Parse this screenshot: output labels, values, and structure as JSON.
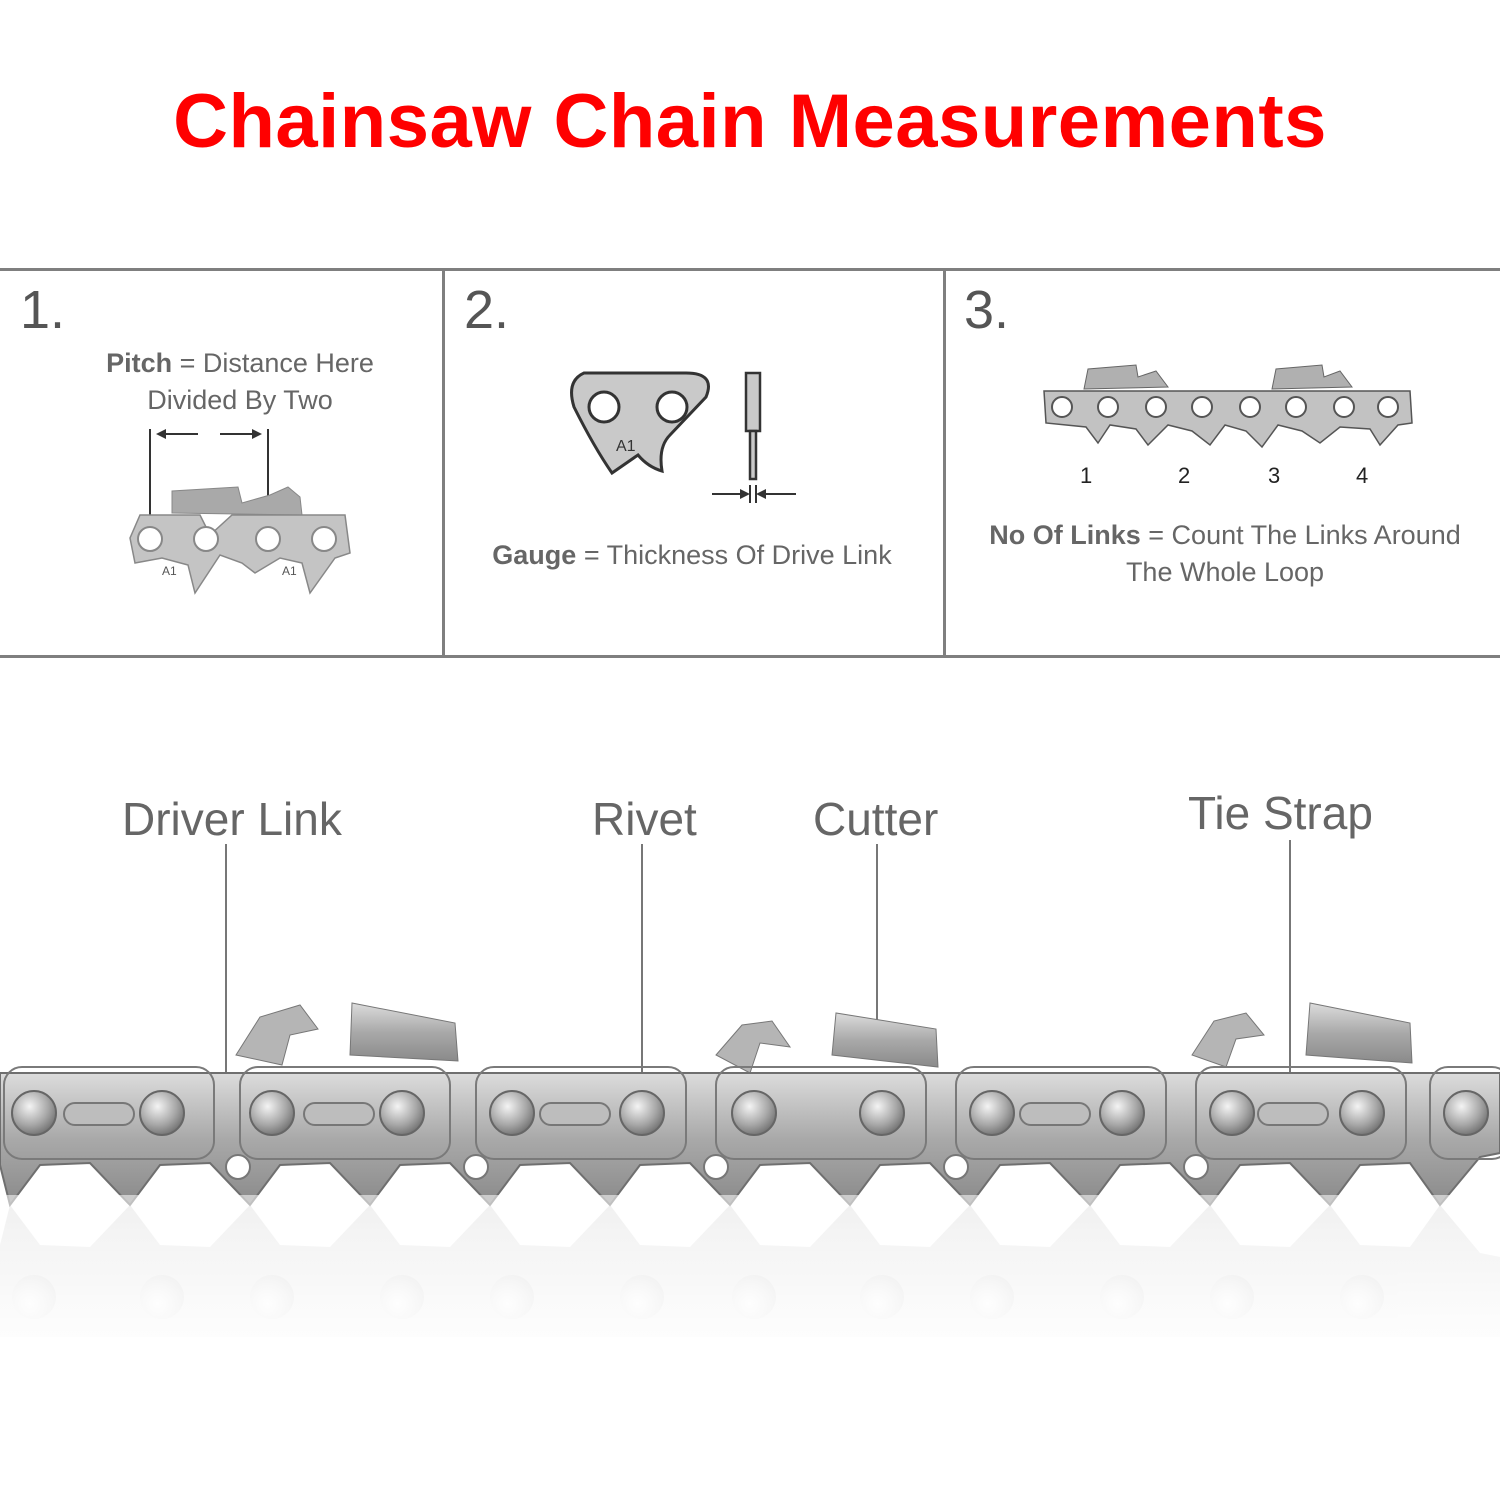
{
  "title": {
    "text": "Chainsaw Chain Measurements",
    "color": "#ff0000"
  },
  "panels": [
    {
      "number": "1.",
      "term": "Pitch",
      "definition": "= Distance Here",
      "definition_line2": "Divided By Two",
      "link_marks": [
        "A1",
        "A1"
      ]
    },
    {
      "number": "2.",
      "term": "Gauge",
      "definition": "= Thickness Of Drive Link",
      "link_mark": "A1"
    },
    {
      "number": "3.",
      "term": "No Of Links",
      "definition": "= Count The Links Around",
      "definition_line2": "The Whole Loop",
      "link_counts": [
        "1",
        "2",
        "3",
        "4"
      ]
    }
  ],
  "parts": [
    {
      "label": "Driver Link"
    },
    {
      "label": "Rivet"
    },
    {
      "label": "Cutter"
    },
    {
      "label": "Tie Strap"
    }
  ],
  "colors": {
    "border": "#7f7f7f",
    "text": "#666666",
    "steel": "#b9b9b9"
  }
}
